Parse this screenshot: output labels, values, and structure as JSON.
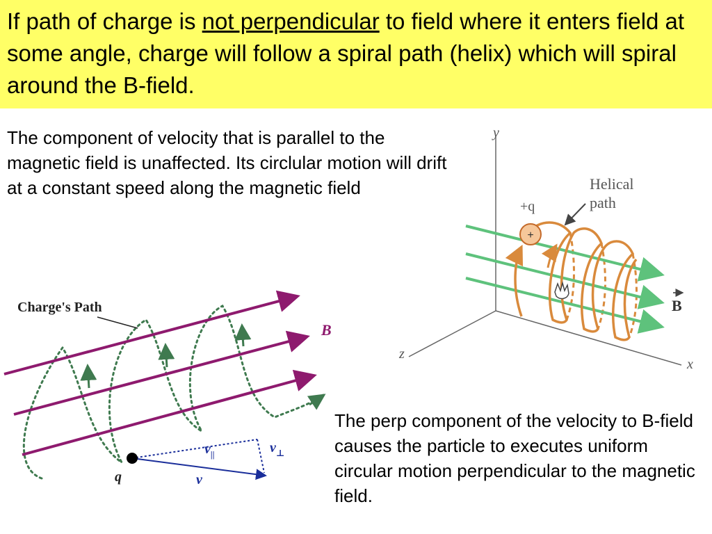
{
  "title": {
    "part1": "If path of charge is ",
    "emphasis": "not perpendicular",
    "part2": " to field where it enters field at some angle, charge will follow a spiral path (helix) which will spiral around the B-field."
  },
  "paragraphs": {
    "parallel": "The component of velocity that is parallel to the magnetic field is unaffected.  Its circlular motion will drift at a constant speed along the magnetic field",
    "perp": "The perp component of the velocity to B-field causes the particle to executes uniform circular motion perpendicular to the magnetic field."
  },
  "left_diagram": {
    "path_label": "Charge's Path",
    "field_label": "B",
    "charge_label": "q",
    "v_parallel_label": "v",
    "v_parallel_sub": "||",
    "v_perp_label": "v",
    "v_perp_sub": "⊥",
    "v_label": "v",
    "colors": {
      "field": "#8e1a6e",
      "path": "#3f7a4f",
      "velocity": "#1a2e9a"
    }
  },
  "right_diagram": {
    "axis_y": "y",
    "axis_x": "x",
    "axis_z": "z",
    "charge_label": "+q",
    "charge_symbol": "+",
    "helix_label_1": "Helical",
    "helix_label_2": "path",
    "field_label": "B",
    "colors": {
      "field": "#5ec27c",
      "helix": "#d98a3c",
      "charge": "#f6c79a"
    }
  }
}
